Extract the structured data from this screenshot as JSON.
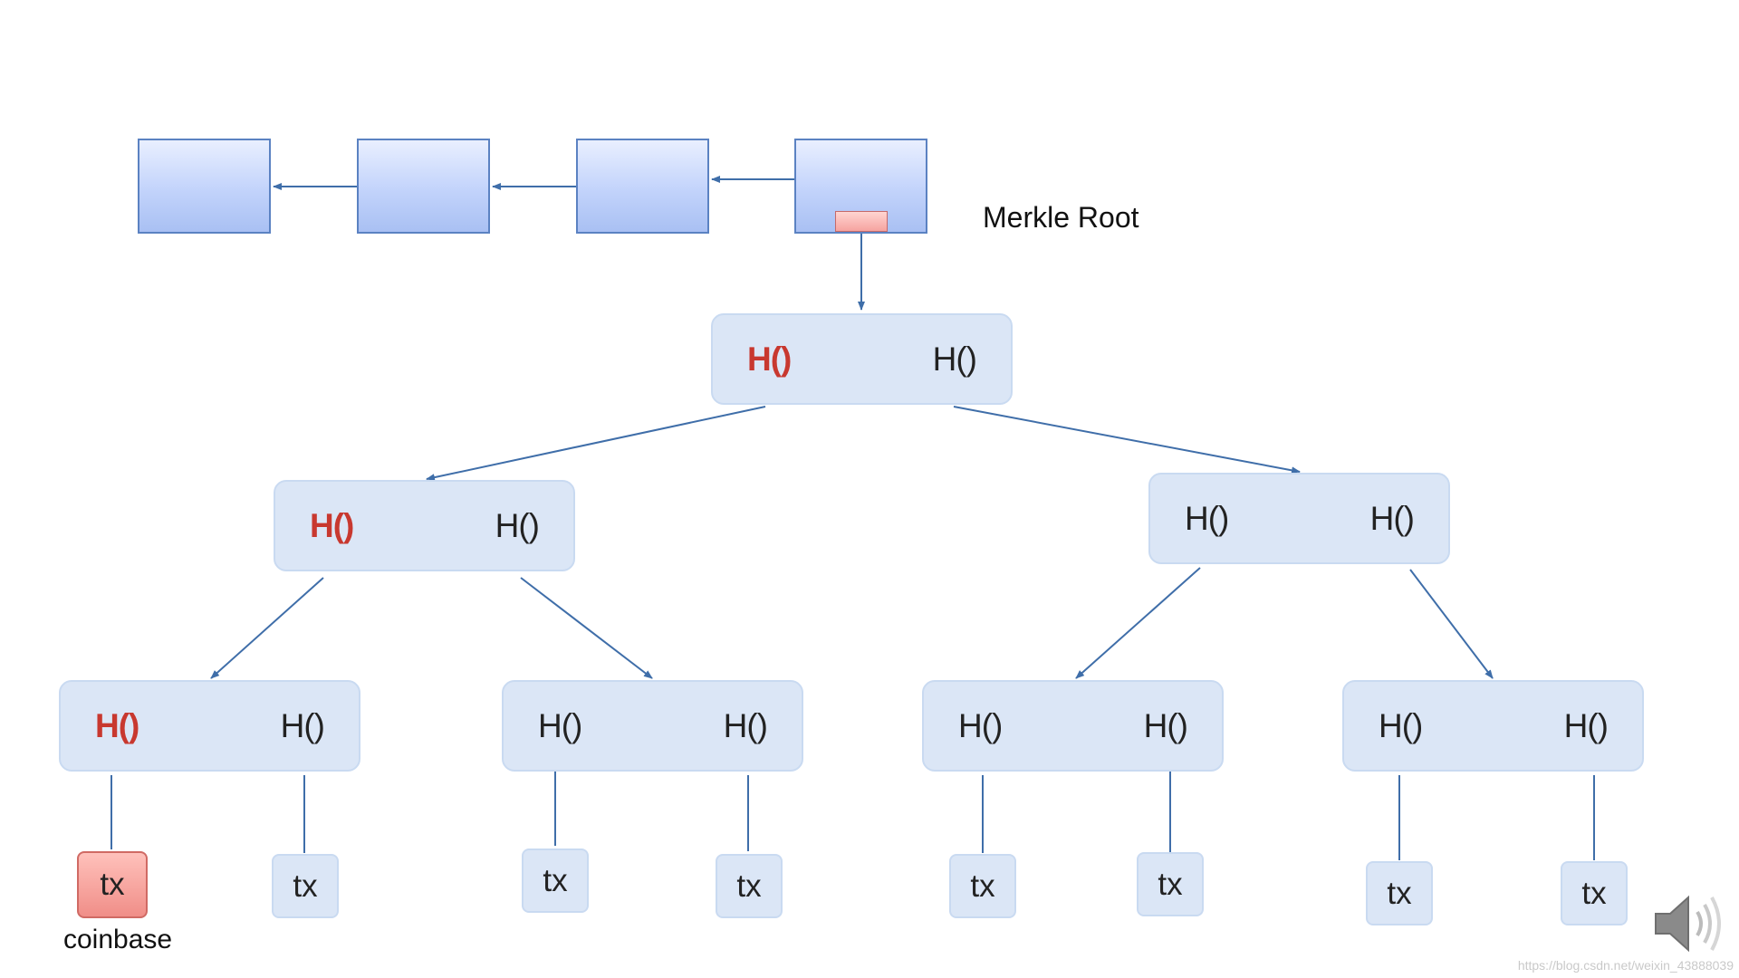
{
  "merkle_root_label": "Merkle Root",
  "coinbase_label": "coinbase",
  "watermark": "https://blog.csdn.net/weixin_43888039",
  "colors": {
    "block_border": "#5b82c2",
    "node_fill": "#dbe6f6",
    "highlight_red": "#c8382f",
    "arrow": "#3f6ea9"
  },
  "blocks": [
    "",
    "",
    "",
    ""
  ],
  "root_node": {
    "left": "H()",
    "right": "H()"
  },
  "level1": [
    {
      "left": "H()",
      "right": "H()"
    },
    {
      "left": "H()",
      "right": "H()"
    }
  ],
  "level2": [
    {
      "left": "H()",
      "right": "H()"
    },
    {
      "left": "H()",
      "right": "H()"
    },
    {
      "left": "H()",
      "right": "H()"
    },
    {
      "left": "H()",
      "right": "H()"
    }
  ],
  "transactions": [
    "tx",
    "tx",
    "tx",
    "tx",
    "tx",
    "tx",
    "tx",
    "tx"
  ],
  "icons": {
    "speaker": "speaker-icon"
  }
}
